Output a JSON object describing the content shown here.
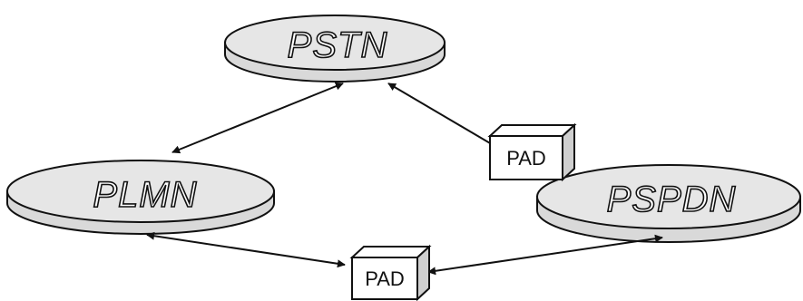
{
  "diagram": {
    "networks": {
      "pstn": {
        "label": "PSTN",
        "fill": "#e6e6e6"
      },
      "plmn": {
        "label": "PLMN",
        "fill": "#e6e6e6"
      },
      "pspdn": {
        "label": "PSPDN",
        "fill": "#e6e6e6"
      }
    },
    "pads": {
      "upper": {
        "label": "PAD"
      },
      "lower": {
        "label": "PAD"
      }
    },
    "links": [
      {
        "from": "pstn",
        "to": "plmn",
        "arrows": "both"
      },
      {
        "from": "pad-upper",
        "to": "pstn",
        "arrows": "end"
      },
      {
        "from": "plmn",
        "to": "pad-lower",
        "arrows": "both"
      },
      {
        "from": "pspdn",
        "to": "pad-lower",
        "arrows": "both"
      }
    ],
    "colors": {
      "line": "#111111",
      "network_fill": "#e6e6e6",
      "box_face": "#ffffff",
      "box_side": "#cfcfcf"
    }
  }
}
